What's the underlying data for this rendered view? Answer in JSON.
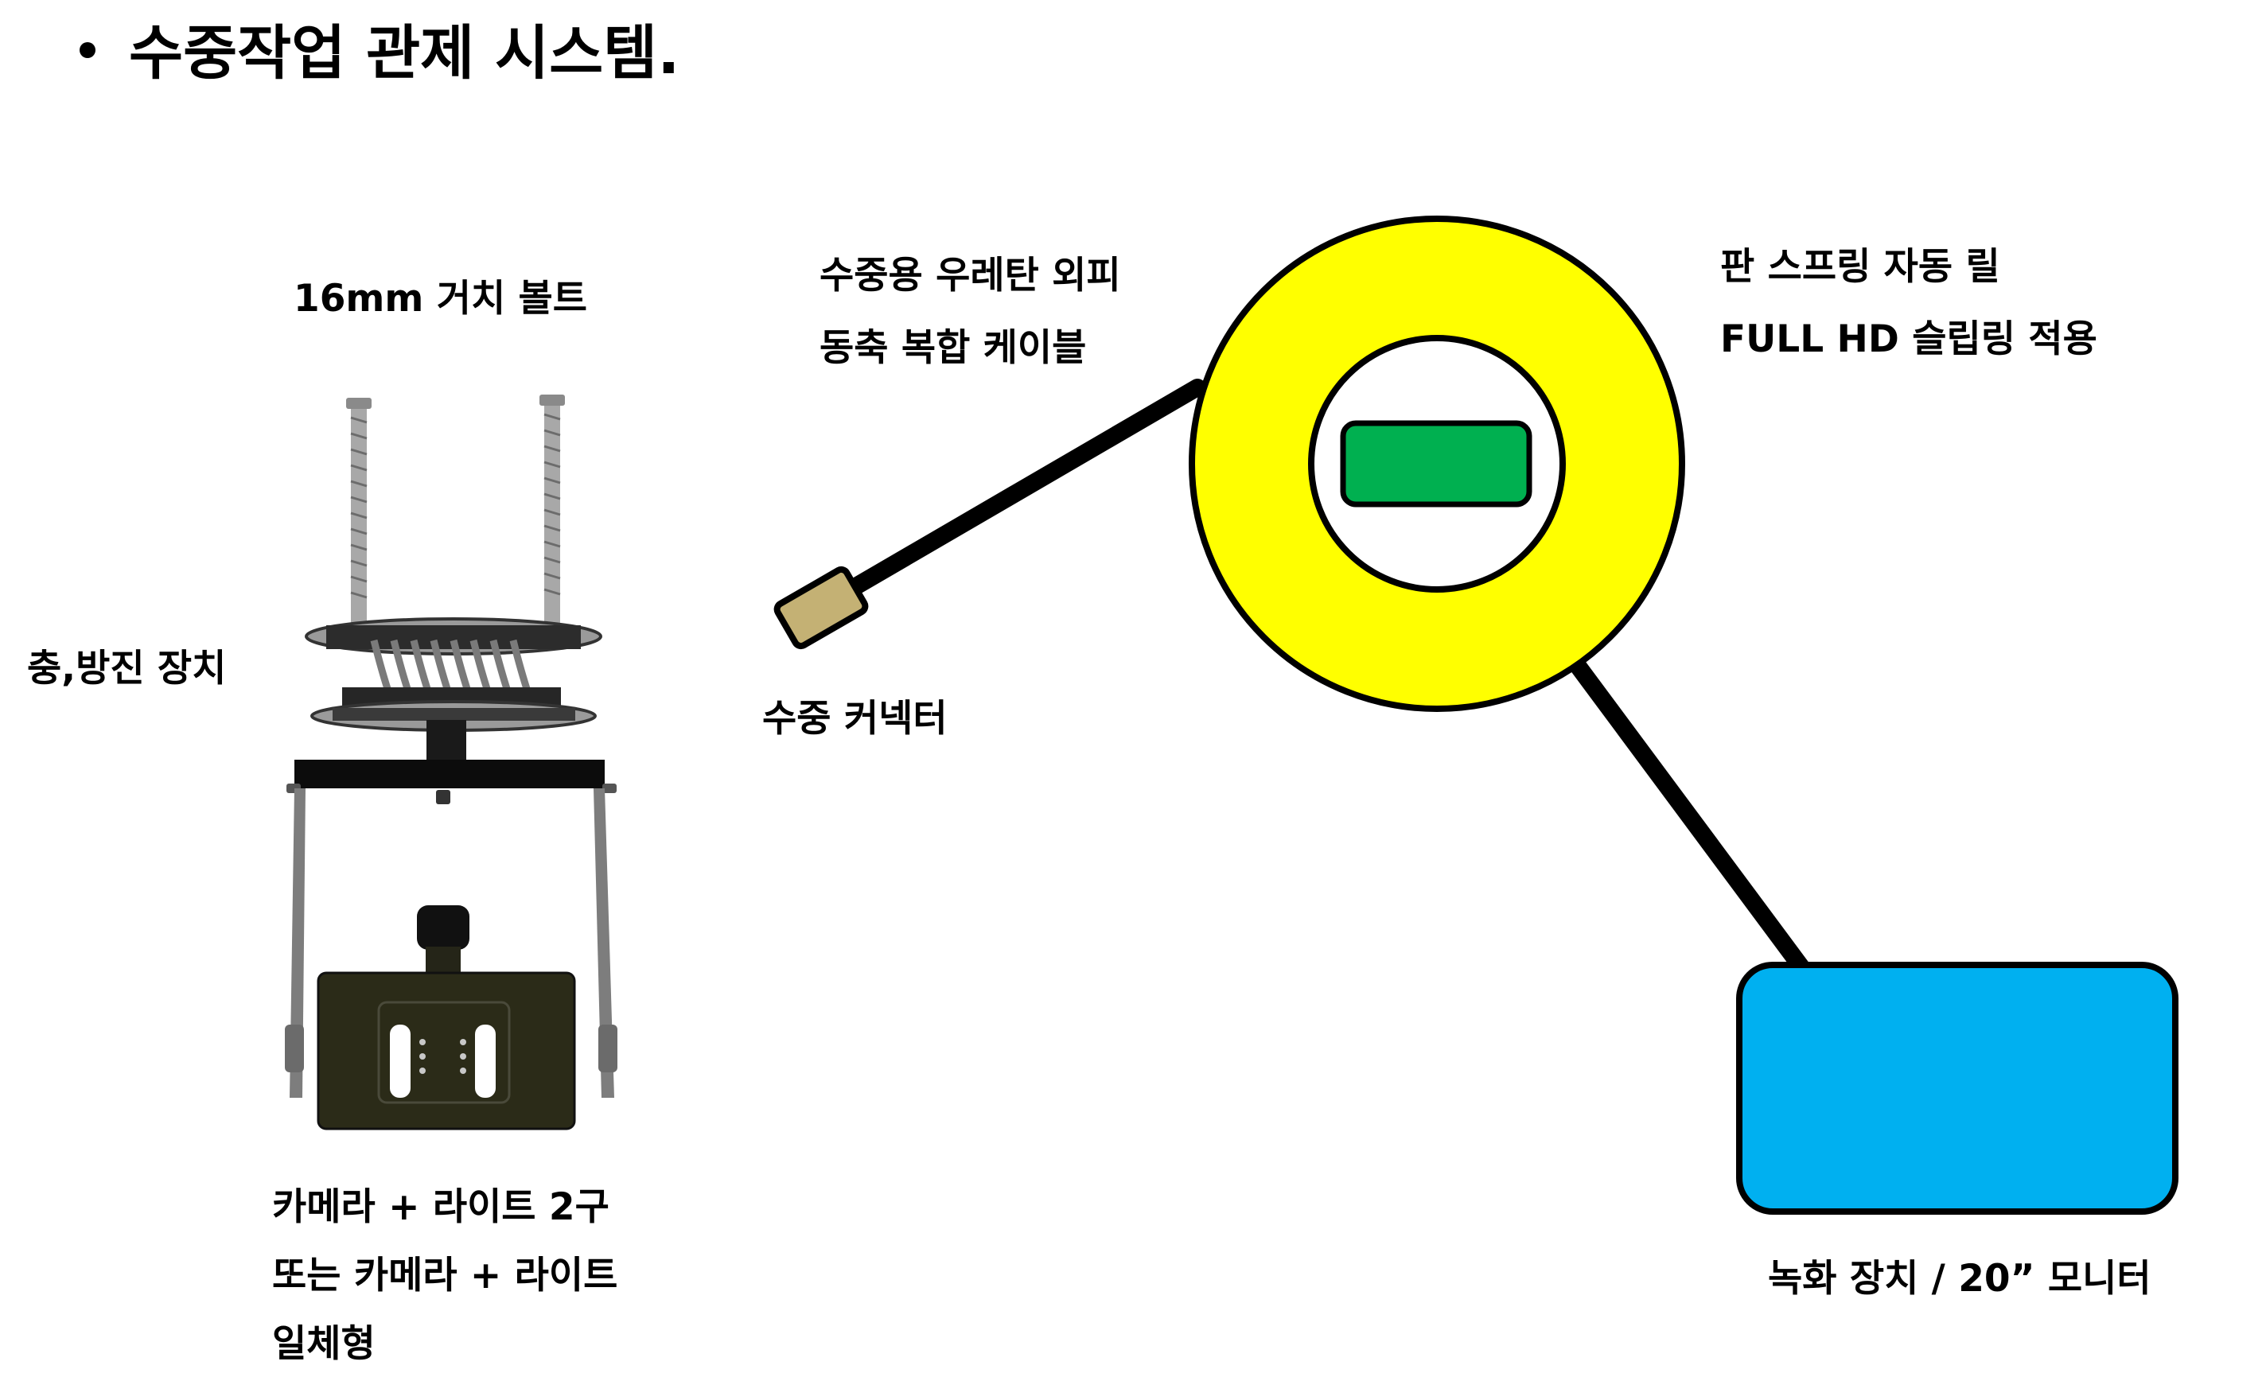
{
  "title": "수중작업 관제 시스템.",
  "labels": {
    "bolt": "16mm 거치 볼트",
    "damper": "충,방진 장치",
    "camera_line1": "카메라 + 라이트 2구",
    "camera_line2": "또는 카메라 + 라이트",
    "camera_line3": "일체형",
    "cable_line1": "수중용 우레탄 외피",
    "cable_line2": "동축 복합 케이블",
    "connector": "수중 커넥터",
    "reel_line1": "판 스프링 자동 릴",
    "reel_line2": "FULL HD 슬립링 적용",
    "monitor": "녹화 장치 / 20” 모니터"
  },
  "colors": {
    "reel": "#ffff00",
    "slipring": "#00b050",
    "monitor": "#00b0f0",
    "connector": "#c4b174",
    "camera_body": "#2b2b18",
    "bolt": "#a8a8a8"
  }
}
